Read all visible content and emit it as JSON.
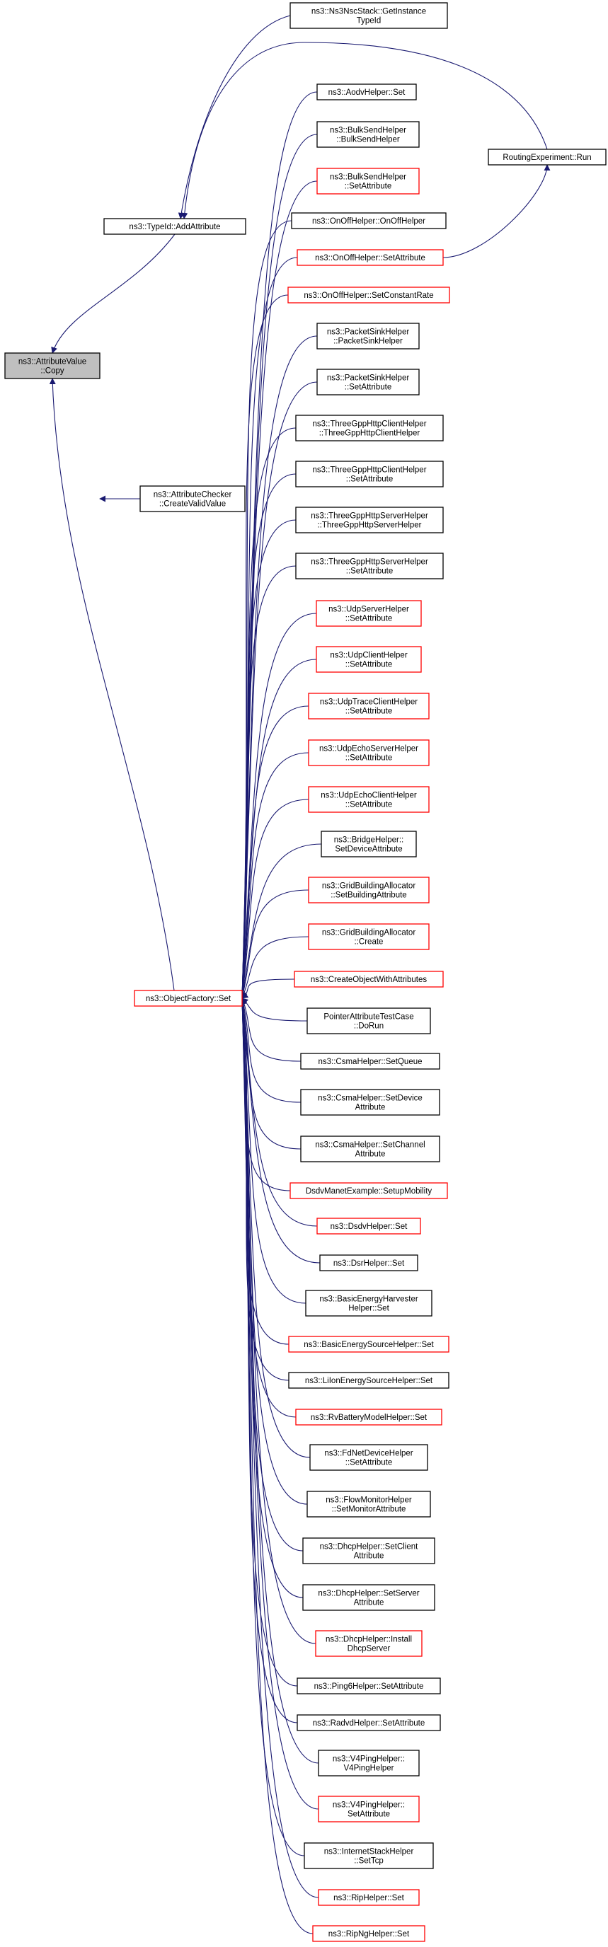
{
  "colors": {
    "edge": "#191970",
    "border_black": "#000000",
    "border_red": "#ff0000",
    "focus_fill": "#bfbfbf",
    "bg": "#ffffff"
  },
  "nodes": [
    {
      "id": "n0",
      "lines": [
        "ns3::AttributeValue",
        "::Copy"
      ],
      "border": "black",
      "fill": "grey"
    },
    {
      "id": "n1",
      "lines": [
        "ns3::TypeId::AddAttribute"
      ],
      "border": "black"
    },
    {
      "id": "n2",
      "lines": [
        "ns3::AttributeChecker",
        "::CreateValidValue"
      ],
      "border": "black"
    },
    {
      "id": "n3",
      "lines": [
        "ns3::ObjectFactory::Set"
      ],
      "border": "red"
    },
    {
      "id": "n4",
      "lines": [
        "ns3::Ns3NscStack::GetInstance",
        "TypeId"
      ],
      "border": "black"
    },
    {
      "id": "n5",
      "lines": [
        "RoutingExperiment::Run"
      ],
      "border": "black"
    },
    {
      "id": "n6",
      "lines": [
        "ns3::AodvHelper::Set"
      ],
      "border": "black"
    },
    {
      "id": "n7",
      "lines": [
        "ns3::BulkSendHelper",
        "::BulkSendHelper"
      ],
      "border": "black"
    },
    {
      "id": "n8",
      "lines": [
        "ns3::BulkSendHelper",
        "::SetAttribute"
      ],
      "border": "red"
    },
    {
      "id": "n9",
      "lines": [
        "ns3::OnOffHelper::OnOffHelper"
      ],
      "border": "black"
    },
    {
      "id": "n10",
      "lines": [
        "ns3::OnOffHelper::SetAttribute"
      ],
      "border": "red"
    },
    {
      "id": "n11",
      "lines": [
        "ns3::OnOffHelper::SetConstantRate"
      ],
      "border": "red"
    },
    {
      "id": "n12",
      "lines": [
        "ns3::PacketSinkHelper",
        "::PacketSinkHelper"
      ],
      "border": "black"
    },
    {
      "id": "n13",
      "lines": [
        "ns3::PacketSinkHelper",
        "::SetAttribute"
      ],
      "border": "black"
    },
    {
      "id": "n14",
      "lines": [
        "ns3::ThreeGppHttpClientHelper",
        "::ThreeGppHttpClientHelper"
      ],
      "border": "black"
    },
    {
      "id": "n15",
      "lines": [
        "ns3::ThreeGppHttpClientHelper",
        "::SetAttribute"
      ],
      "border": "black"
    },
    {
      "id": "n16",
      "lines": [
        "ns3::ThreeGppHttpServerHelper",
        "::ThreeGppHttpServerHelper"
      ],
      "border": "black"
    },
    {
      "id": "n17",
      "lines": [
        "ns3::ThreeGppHttpServerHelper",
        "::SetAttribute"
      ],
      "border": "black"
    },
    {
      "id": "n18",
      "lines": [
        "ns3::UdpServerHelper",
        "::SetAttribute"
      ],
      "border": "red"
    },
    {
      "id": "n19",
      "lines": [
        "ns3::UdpClientHelper",
        "::SetAttribute"
      ],
      "border": "red"
    },
    {
      "id": "n20",
      "lines": [
        "ns3::UdpTraceClientHelper",
        "::SetAttribute"
      ],
      "border": "red"
    },
    {
      "id": "n21",
      "lines": [
        "ns3::UdpEchoServerHelper",
        "::SetAttribute"
      ],
      "border": "red"
    },
    {
      "id": "n22",
      "lines": [
        "ns3::UdpEchoClientHelper",
        "::SetAttribute"
      ],
      "border": "red"
    },
    {
      "id": "n23",
      "lines": [
        "ns3::BridgeHelper::",
        "SetDeviceAttribute"
      ],
      "border": "black"
    },
    {
      "id": "n24",
      "lines": [
        "ns3::GridBuildingAllocator",
        "::SetBuildingAttribute"
      ],
      "border": "red"
    },
    {
      "id": "n25",
      "lines": [
        "ns3::GridBuildingAllocator",
        "::Create"
      ],
      "border": "red"
    },
    {
      "id": "n26",
      "lines": [
        "ns3::CreateObjectWithAttributes"
      ],
      "border": "red"
    },
    {
      "id": "n27",
      "lines": [
        "PointerAttributeTestCase",
        "::DoRun"
      ],
      "border": "black"
    },
    {
      "id": "n28",
      "lines": [
        "ns3::CsmaHelper::SetQueue"
      ],
      "border": "black"
    },
    {
      "id": "n29",
      "lines": [
        "ns3::CsmaHelper::SetDevice",
        "Attribute"
      ],
      "border": "black"
    },
    {
      "id": "n30",
      "lines": [
        "ns3::CsmaHelper::SetChannel",
        "Attribute"
      ],
      "border": "black"
    },
    {
      "id": "n31",
      "lines": [
        "DsdvManetExample::SetupMobility"
      ],
      "border": "red"
    },
    {
      "id": "n32",
      "lines": [
        "ns3::DsdvHelper::Set"
      ],
      "border": "red"
    },
    {
      "id": "n33",
      "lines": [
        "ns3::DsrHelper::Set"
      ],
      "border": "black"
    },
    {
      "id": "n34",
      "lines": [
        "ns3::BasicEnergyHarvester",
        "Helper::Set"
      ],
      "border": "black"
    },
    {
      "id": "n35",
      "lines": [
        "ns3::BasicEnergySourceHelper::Set"
      ],
      "border": "red"
    },
    {
      "id": "n36",
      "lines": [
        "ns3::LiIonEnergySourceHelper::Set"
      ],
      "border": "black"
    },
    {
      "id": "n37",
      "lines": [
        "ns3::RvBatteryModelHelper::Set"
      ],
      "border": "red"
    },
    {
      "id": "n38",
      "lines": [
        "ns3::FdNetDeviceHelper",
        "::SetAttribute"
      ],
      "border": "black"
    },
    {
      "id": "n39",
      "lines": [
        "ns3::FlowMonitorHelper",
        "::SetMonitorAttribute"
      ],
      "border": "black"
    },
    {
      "id": "n40",
      "lines": [
        "ns3::DhcpHelper::SetClient",
        "Attribute"
      ],
      "border": "black"
    },
    {
      "id": "n41",
      "lines": [
        "ns3::DhcpHelper::SetServer",
        "Attribute"
      ],
      "border": "black"
    },
    {
      "id": "n42",
      "lines": [
        "ns3::DhcpHelper::Install",
        "DhcpServer"
      ],
      "border": "red"
    },
    {
      "id": "n43",
      "lines": [
        "ns3::Ping6Helper::SetAttribute"
      ],
      "border": "black"
    },
    {
      "id": "n44",
      "lines": [
        "ns3::RadvdHelper::SetAttribute"
      ],
      "border": "black"
    },
    {
      "id": "n45",
      "lines": [
        "ns3::V4PingHelper::",
        "V4PingHelper"
      ],
      "border": "black"
    },
    {
      "id": "n46",
      "lines": [
        "ns3::V4PingHelper::",
        "SetAttribute"
      ],
      "border": "red"
    },
    {
      "id": "n47",
      "lines": [
        "ns3::InternetStackHelper",
        "::SetTcp"
      ],
      "border": "black"
    },
    {
      "id": "n48",
      "lines": [
        "ns3::RipHelper::Set"
      ],
      "border": "red"
    },
    {
      "id": "n49",
      "lines": [
        "ns3::RipNgHelper::Set"
      ],
      "border": "red"
    }
  ],
  "edges": [
    {
      "from": "n1",
      "to": "n0"
    },
    {
      "from": "n2",
      "to": "n0"
    },
    {
      "from": "n3",
      "to": "n0"
    },
    {
      "from": "n4",
      "to": "n1"
    },
    {
      "from": "n5",
      "to": "n1"
    },
    {
      "from": "n6",
      "to": "n3"
    },
    {
      "from": "n7",
      "to": "n3"
    },
    {
      "from": "n8",
      "to": "n3"
    },
    {
      "from": "n9",
      "to": "n3"
    },
    {
      "from": "n10",
      "to": "n3"
    },
    {
      "from": "n11",
      "to": "n3"
    },
    {
      "from": "n12",
      "to": "n3"
    },
    {
      "from": "n13",
      "to": "n3"
    },
    {
      "from": "n14",
      "to": "n3"
    },
    {
      "from": "n15",
      "to": "n3"
    },
    {
      "from": "n16",
      "to": "n3"
    },
    {
      "from": "n17",
      "to": "n3"
    },
    {
      "from": "n18",
      "to": "n3"
    },
    {
      "from": "n19",
      "to": "n3"
    },
    {
      "from": "n20",
      "to": "n3"
    },
    {
      "from": "n21",
      "to": "n3"
    },
    {
      "from": "n22",
      "to": "n3"
    },
    {
      "from": "n23",
      "to": "n3"
    },
    {
      "from": "n24",
      "to": "n3"
    },
    {
      "from": "n25",
      "to": "n3"
    },
    {
      "from": "n26",
      "to": "n3"
    },
    {
      "from": "n27",
      "to": "n3"
    },
    {
      "from": "n28",
      "to": "n3"
    },
    {
      "from": "n29",
      "to": "n3"
    },
    {
      "from": "n30",
      "to": "n3"
    },
    {
      "from": "n31",
      "to": "n3"
    },
    {
      "from": "n32",
      "to": "n3"
    },
    {
      "from": "n33",
      "to": "n3"
    },
    {
      "from": "n34",
      "to": "n3"
    },
    {
      "from": "n35",
      "to": "n3"
    },
    {
      "from": "n36",
      "to": "n3"
    },
    {
      "from": "n37",
      "to": "n3"
    },
    {
      "from": "n38",
      "to": "n3"
    },
    {
      "from": "n39",
      "to": "n3"
    },
    {
      "from": "n40",
      "to": "n3"
    },
    {
      "from": "n41",
      "to": "n3"
    },
    {
      "from": "n42",
      "to": "n3"
    },
    {
      "from": "n43",
      "to": "n3"
    },
    {
      "from": "n44",
      "to": "n3"
    },
    {
      "from": "n45",
      "to": "n3"
    },
    {
      "from": "n46",
      "to": "n3"
    },
    {
      "from": "n47",
      "to": "n3"
    },
    {
      "from": "n48",
      "to": "n3"
    },
    {
      "from": "n49",
      "to": "n3"
    },
    {
      "from": "n10",
      "to": "n5"
    }
  ]
}
